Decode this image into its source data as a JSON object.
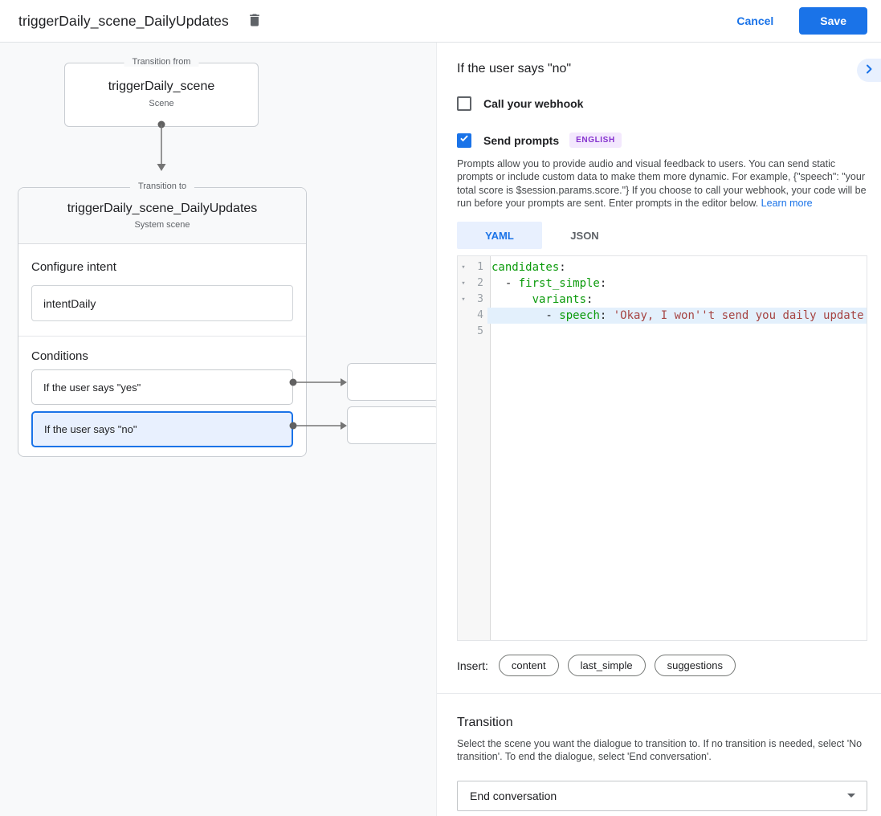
{
  "header": {
    "title": "triggerDaily_scene_DailyUpdates",
    "trash_icon": "delete-icon",
    "cancel_label": "Cancel",
    "save_label": "Save"
  },
  "canvas": {
    "from_box": {
      "legend": "Transition from",
      "title": "triggerDaily_scene",
      "subtitle": "Scene"
    },
    "to_box": {
      "legend": "Transition to",
      "title": "triggerDaily_scene_DailyUpdates",
      "subtitle": "System scene",
      "configure_intent_label": "Configure intent",
      "intent_value": "intentDaily",
      "conditions_label": "Conditions",
      "conditions": [
        {
          "label": "If the user says \"yes\"",
          "selected": false
        },
        {
          "label": "If the user says \"no\"",
          "selected": true
        }
      ]
    }
  },
  "panel": {
    "title": "If the user says \"no\"",
    "collapse_icon": "chevron-right-icon",
    "webhook_checkbox": {
      "label": "Call your webhook",
      "checked": false
    },
    "prompts_checkbox": {
      "label": "Send prompts",
      "checked": true,
      "badge": "ENGLISH"
    },
    "description": "Prompts allow you to provide audio and visual feedback to users. You can send static prompts or include custom data to make them more dynamic. For example, {\"speech\": \"your total score is $session.params.score.\"} If you choose to call your webhook, your code will be run before your prompts are sent. Enter prompts in the editor below. ",
    "learn_more_label": "Learn more",
    "tabs": [
      {
        "label": "YAML",
        "active": true
      },
      {
        "label": "JSON",
        "active": false
      }
    ],
    "editor": {
      "lines": [
        {
          "n": "1",
          "fold": true,
          "hl": false,
          "tokens": [
            {
              "c": "key",
              "t": "candidates"
            },
            {
              "c": "plain",
              "t": ":"
            }
          ]
        },
        {
          "n": "2",
          "fold": true,
          "hl": false,
          "tokens": [
            {
              "c": "plain",
              "t": "  - "
            },
            {
              "c": "key",
              "t": "first_simple"
            },
            {
              "c": "plain",
              "t": ":"
            }
          ]
        },
        {
          "n": "3",
          "fold": true,
          "hl": false,
          "tokens": [
            {
              "c": "plain",
              "t": "      "
            },
            {
              "c": "key",
              "t": "variants"
            },
            {
              "c": "plain",
              "t": ":"
            }
          ]
        },
        {
          "n": "4",
          "fold": false,
          "hl": true,
          "tokens": [
            {
              "c": "plain",
              "t": "        - "
            },
            {
              "c": "key",
              "t": "speech"
            },
            {
              "c": "plain",
              "t": ": "
            },
            {
              "c": "string",
              "t": "'Okay, I won''t send you daily update"
            }
          ]
        },
        {
          "n": "5",
          "fold": false,
          "hl": false,
          "tokens": []
        }
      ]
    },
    "insert_label": "Insert:",
    "insert_chips": [
      "content",
      "last_simple",
      "suggestions"
    ],
    "transition": {
      "title": "Transition",
      "description": "Select the scene you want the dialogue to transition to. If no transition is needed, select 'No transition'. To end the dialogue, select 'End conversation'.",
      "dropdown_value": "End conversation"
    }
  },
  "colors": {
    "accent_blue": "#1a73e8",
    "selected_condition_bg": "#e8f0fe",
    "canvas_bg": "#f8f9fa",
    "badge_text": "#8430ce",
    "badge_bg": "#f3e8fd",
    "code_key_green": "#0a9a0a",
    "code_string_red": "#a64442",
    "code_highlight_bg": "#e3f0fc"
  }
}
